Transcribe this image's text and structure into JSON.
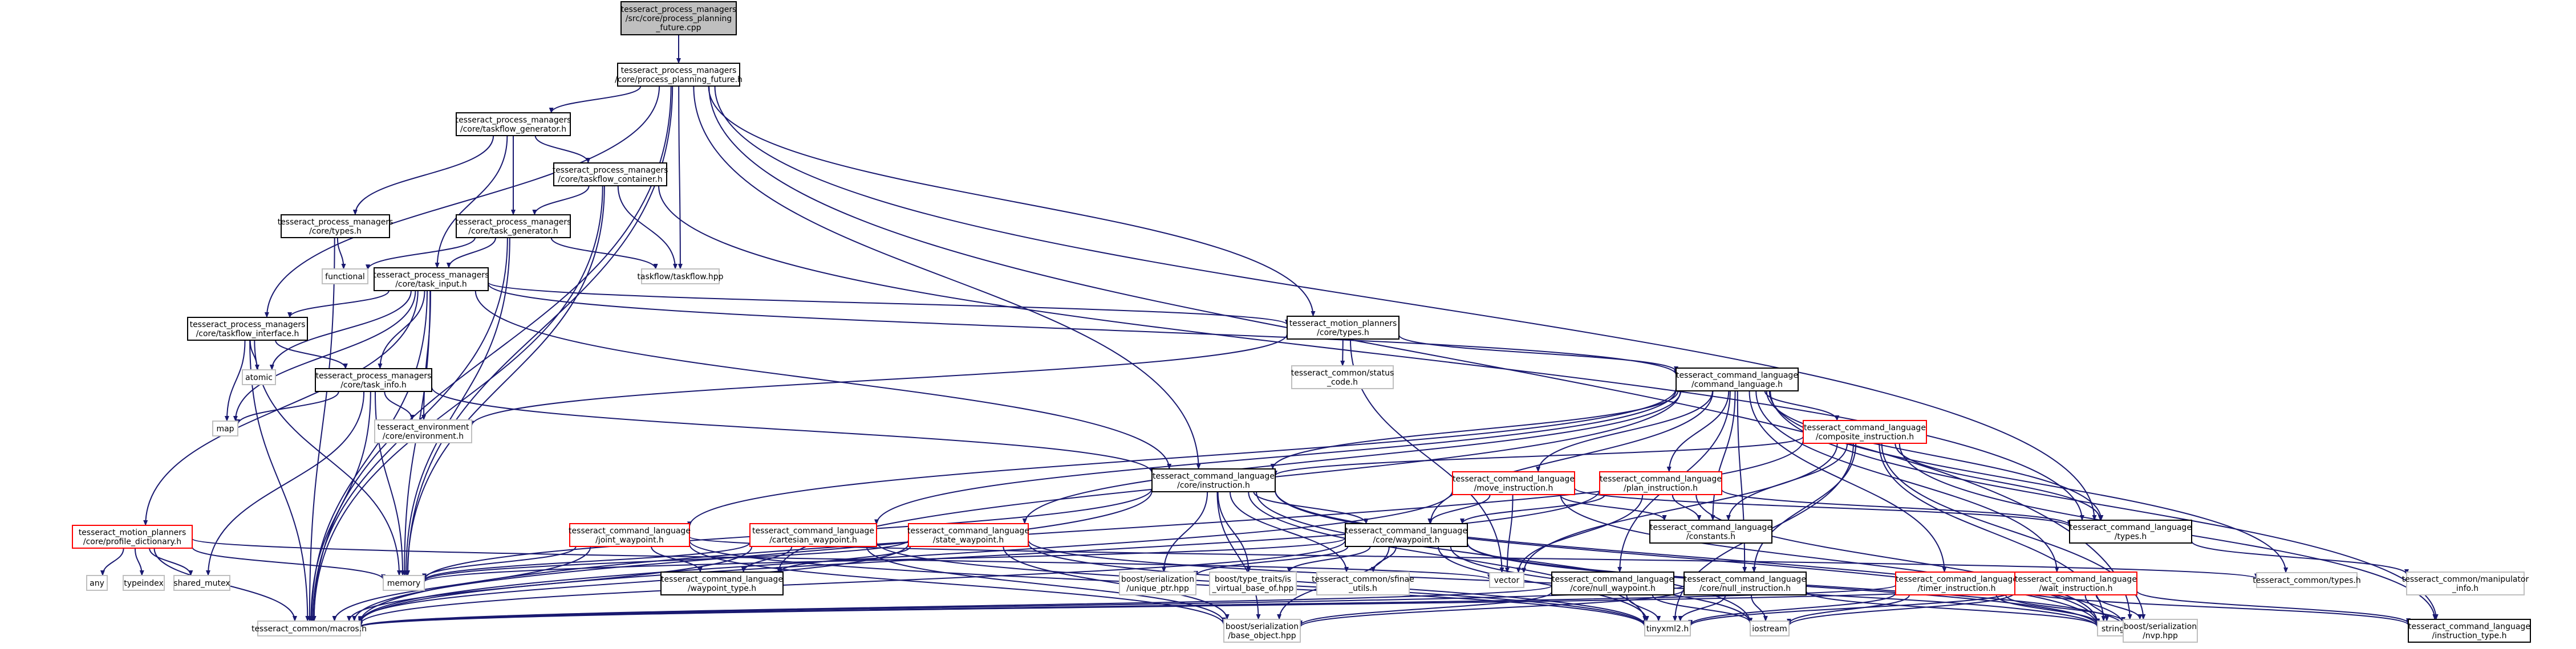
{
  "graph": {
    "colors": {
      "edge": "#191970",
      "root_fill": "#bfbfbf",
      "root_border": "#000000",
      "documented_border": "#000000",
      "incomplete_border": "#ff0000",
      "external_border": "#bfbfbf",
      "node_fill": "#ffffff",
      "text": "#000000"
    },
    "nodes": [
      {
        "id": "root",
        "kind": "root",
        "lines": [
          "tesseract_process_managers",
          "/src/core/process_planning",
          "_future.cpp"
        ]
      },
      {
        "id": "ppf_h",
        "kind": "documented",
        "lines": [
          "tesseract_process_managers",
          "/core/process_planning_future.h"
        ]
      },
      {
        "id": "tg_gen_h",
        "kind": "documented",
        "lines": [
          "tesseract_process_managers",
          "/core/taskflow_generator.h"
        ]
      },
      {
        "id": "tf_cont_h",
        "kind": "documented",
        "lines": [
          "tesseract_process_managers",
          "/core/taskflow_container.h"
        ]
      },
      {
        "id": "pm_types_h",
        "kind": "documented",
        "lines": [
          "tesseract_process_managers",
          "/core/types.h"
        ]
      },
      {
        "id": "task_gen_h",
        "kind": "documented",
        "lines": [
          "tesseract_process_managers",
          "/core/task_generator.h"
        ]
      },
      {
        "id": "functional",
        "kind": "external",
        "lines": [
          "functional"
        ]
      },
      {
        "id": "taskflow_hpp",
        "kind": "external",
        "lines": [
          "taskflow/taskflow.hpp"
        ]
      },
      {
        "id": "task_input_h",
        "kind": "documented",
        "lines": [
          "tesseract_process_managers",
          "/core/task_input.h"
        ]
      },
      {
        "id": "tf_iface_h",
        "kind": "documented",
        "lines": [
          "tesseract_process_managers",
          "/core/taskflow_interface.h"
        ]
      },
      {
        "id": "atomic",
        "kind": "external",
        "lines": [
          "atomic"
        ]
      },
      {
        "id": "task_info_h",
        "kind": "documented",
        "lines": [
          "tesseract_process_managers",
          "/core/task_info.h"
        ]
      },
      {
        "id": "map",
        "kind": "external",
        "lines": [
          "map"
        ]
      },
      {
        "id": "env_h",
        "kind": "external",
        "lines": [
          "tesseract_environment",
          "/core/environment.h"
        ]
      },
      {
        "id": "mp_types_h",
        "kind": "documented",
        "lines": [
          "tesseract_motion_planners",
          "/core/types.h"
        ]
      },
      {
        "id": "status_code_h",
        "kind": "external",
        "lines": [
          "tesseract_common/status",
          "_code.h"
        ]
      },
      {
        "id": "cmd_lang_h",
        "kind": "documented",
        "lines": [
          "tesseract_command_language",
          "/command_language.h"
        ]
      },
      {
        "id": "composite_h",
        "kind": "incomplete",
        "lines": [
          "tesseract_command_language",
          "/composite_instruction.h"
        ]
      },
      {
        "id": "instruction_h",
        "kind": "documented",
        "lines": [
          "tesseract_command_language",
          "/core/instruction.h"
        ]
      },
      {
        "id": "move_instr_h",
        "kind": "incomplete",
        "lines": [
          "tesseract_command_language",
          "/move_instruction.h"
        ]
      },
      {
        "id": "plan_instr_h",
        "kind": "incomplete",
        "lines": [
          "tesseract_command_language",
          "/plan_instruction.h"
        ]
      },
      {
        "id": "constants_h",
        "kind": "documented",
        "lines": [
          "tesseract_command_language",
          "/constants.h"
        ]
      },
      {
        "id": "cl_types_h",
        "kind": "documented",
        "lines": [
          "tesseract_command_language",
          "/types.h"
        ]
      },
      {
        "id": "profile_dict_h",
        "kind": "incomplete",
        "lines": [
          "tesseract_motion_planners",
          "/core/profile_dictionary.h"
        ]
      },
      {
        "id": "any",
        "kind": "external",
        "lines": [
          "any"
        ]
      },
      {
        "id": "typeindex",
        "kind": "external",
        "lines": [
          "typeindex"
        ]
      },
      {
        "id": "shared_mutex",
        "kind": "external",
        "lines": [
          "shared_mutex"
        ]
      },
      {
        "id": "memory",
        "kind": "external",
        "lines": [
          "memory"
        ]
      },
      {
        "id": "joint_wp_h",
        "kind": "incomplete",
        "lines": [
          "tesseract_command_language",
          "/joint_waypoint.h"
        ]
      },
      {
        "id": "cart_wp_h",
        "kind": "incomplete",
        "lines": [
          "tesseract_command_language",
          "/cartesian_waypoint.h"
        ]
      },
      {
        "id": "state_wp_h",
        "kind": "incomplete",
        "lines": [
          "tesseract_command_language",
          "/state_waypoint.h"
        ]
      },
      {
        "id": "waypoint_h",
        "kind": "documented",
        "lines": [
          "tesseract_command_language",
          "/core/waypoint.h"
        ]
      },
      {
        "id": "wp_type_h",
        "kind": "documented",
        "lines": [
          "tesseract_command_language",
          "/waypoint_type.h"
        ]
      },
      {
        "id": "unique_ptr_hpp",
        "kind": "external",
        "lines": [
          "boost/serialization",
          "/unique_ptr.hpp"
        ]
      },
      {
        "id": "virt_base_hpp",
        "kind": "external",
        "lines": [
          "boost/type_traits/is",
          "_virtual_base_of.hpp"
        ]
      },
      {
        "id": "sfinae_h",
        "kind": "external",
        "lines": [
          "tesseract_common/sfinae",
          "_utils.h"
        ]
      },
      {
        "id": "vector",
        "kind": "external",
        "lines": [
          "vector"
        ]
      },
      {
        "id": "null_wp_h",
        "kind": "documented",
        "lines": [
          "tesseract_command_language",
          "/core/null_waypoint.h"
        ]
      },
      {
        "id": "null_instr_h",
        "kind": "documented",
        "lines": [
          "tesseract_command_language",
          "/core/null_instruction.h"
        ]
      },
      {
        "id": "common_types_h",
        "kind": "external",
        "lines": [
          "tesseract_common/types.h"
        ]
      },
      {
        "id": "manip_info_h",
        "kind": "external",
        "lines": [
          "tesseract_common/manipulator",
          "_info.h"
        ]
      },
      {
        "id": "timer_instr_h",
        "kind": "incomplete",
        "lines": [
          "tesseract_command_language",
          "/timer_instruction.h"
        ]
      },
      {
        "id": "wait_instr_h",
        "kind": "incomplete",
        "lines": [
          "tesseract_command_language",
          "/wait_instruction.h"
        ]
      },
      {
        "id": "macros_h",
        "kind": "external",
        "lines": [
          "tesseract_common/macros.h"
        ]
      },
      {
        "id": "base_object_hpp",
        "kind": "external",
        "lines": [
          "boost/serialization",
          "/base_object.hpp"
        ]
      },
      {
        "id": "tinyxml2_h",
        "kind": "external",
        "lines": [
          "tinyxml2.h"
        ]
      },
      {
        "id": "iostream",
        "kind": "external",
        "lines": [
          "iostream"
        ]
      },
      {
        "id": "string",
        "kind": "external",
        "lines": [
          "string"
        ]
      },
      {
        "id": "nvp_hpp",
        "kind": "external",
        "lines": [
          "boost/serialization",
          "/nvp.hpp"
        ]
      },
      {
        "id": "instr_type_h",
        "kind": "documented",
        "lines": [
          "tesseract_command_language",
          "/instruction_type.h"
        ]
      }
    ]
  }
}
